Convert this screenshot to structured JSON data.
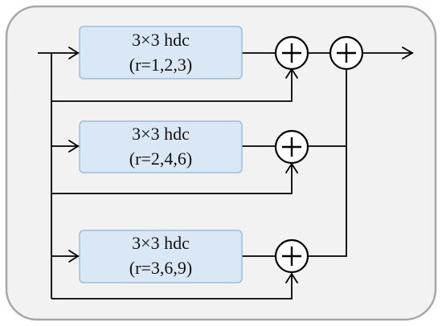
{
  "blocks": [
    {
      "title": "3×3 hdc",
      "rates": "(r=1,2,3)"
    },
    {
      "title": "3×3 hdc",
      "rates": "(r=2,4,6)"
    },
    {
      "title": "3×3 hdc",
      "rates": "(r=3,6,9)"
    }
  ],
  "colors": {
    "frame_fill": "#f2f2f2",
    "frame_stroke": "#a6a6a6",
    "block_fill": "#dae8f5",
    "block_stroke": "#9dbcd8",
    "line": "#000000"
  },
  "icons": {
    "sum": "circle-plus-icon",
    "arrow": "arrowhead-icon"
  }
}
